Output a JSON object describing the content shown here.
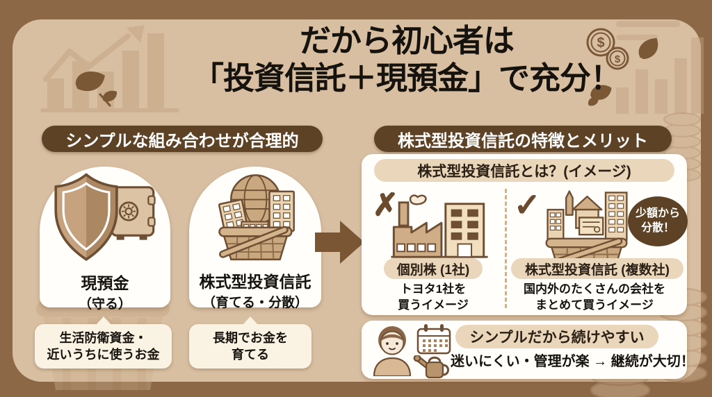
{
  "colors": {
    "frame": "#8d6847",
    "background": "#d9bfa2",
    "pill_dark": "#5d4226",
    "pill_tan": "#ead7bb",
    "card_white": "#fffefb",
    "bubble_cream": "#faf3e4",
    "icon_brown": "#b8946c",
    "icon_outline": "#6e4f33",
    "arrow_brown": "#7a5634",
    "text_dark": "#16120e",
    "watermark_tan": "#c2a27f"
  },
  "title": {
    "line1": "だから初心者は",
    "line2": "「投資信託＋現預金」で充分！"
  },
  "left_section": {
    "header": "シンプルな組み合わせが合理的",
    "cards": [
      {
        "icon": "shield-safe-icon",
        "title": "現預金",
        "subtitle": "（守る）",
        "note": {
          "line1": "生活防衛資金・",
          "line2": "近いうちに使うお金"
        }
      },
      {
        "icon": "basket-globe-icon",
        "title": "株式型投資信託",
        "subtitle": "（育てる・分散）",
        "note": {
          "line1": "長期でお金を",
          "line2": "育てる"
        }
      }
    ]
  },
  "arrow_icon": "right-arrow-icon",
  "right_section": {
    "header": "株式型投資信託の特徴とメリット",
    "definition_card": {
      "header": "株式型投資信託とは？(イメージ)",
      "bad": {
        "mark": "✗",
        "icon": "factory-building-icon",
        "label": "個別株 (1社)",
        "caption1": "トヨタ1社を",
        "caption2": "買うイメージ"
      },
      "good": {
        "mark": "✓",
        "icon": "basket-companies-icon",
        "badge1": "少額から",
        "badge2": "分散！",
        "label": "株式型投資信託 (複数社)",
        "caption1": "国内外のたくさんの会社を",
        "caption2": "まとめて買うイメージ"
      }
    },
    "benefit_card": {
      "icons": [
        "person-icon",
        "calendar-icon",
        "watering-can-icon"
      ],
      "pill": "シンプルだから続けやすい",
      "text": "迷いにくい・管理が楽 → 継続が大切！"
    }
  },
  "decoration_icons": [
    "bar-chart-watermark",
    "leaf-icon",
    "dollar-coins-icon",
    "coin-stack-watermark",
    "basket-watermark"
  ]
}
